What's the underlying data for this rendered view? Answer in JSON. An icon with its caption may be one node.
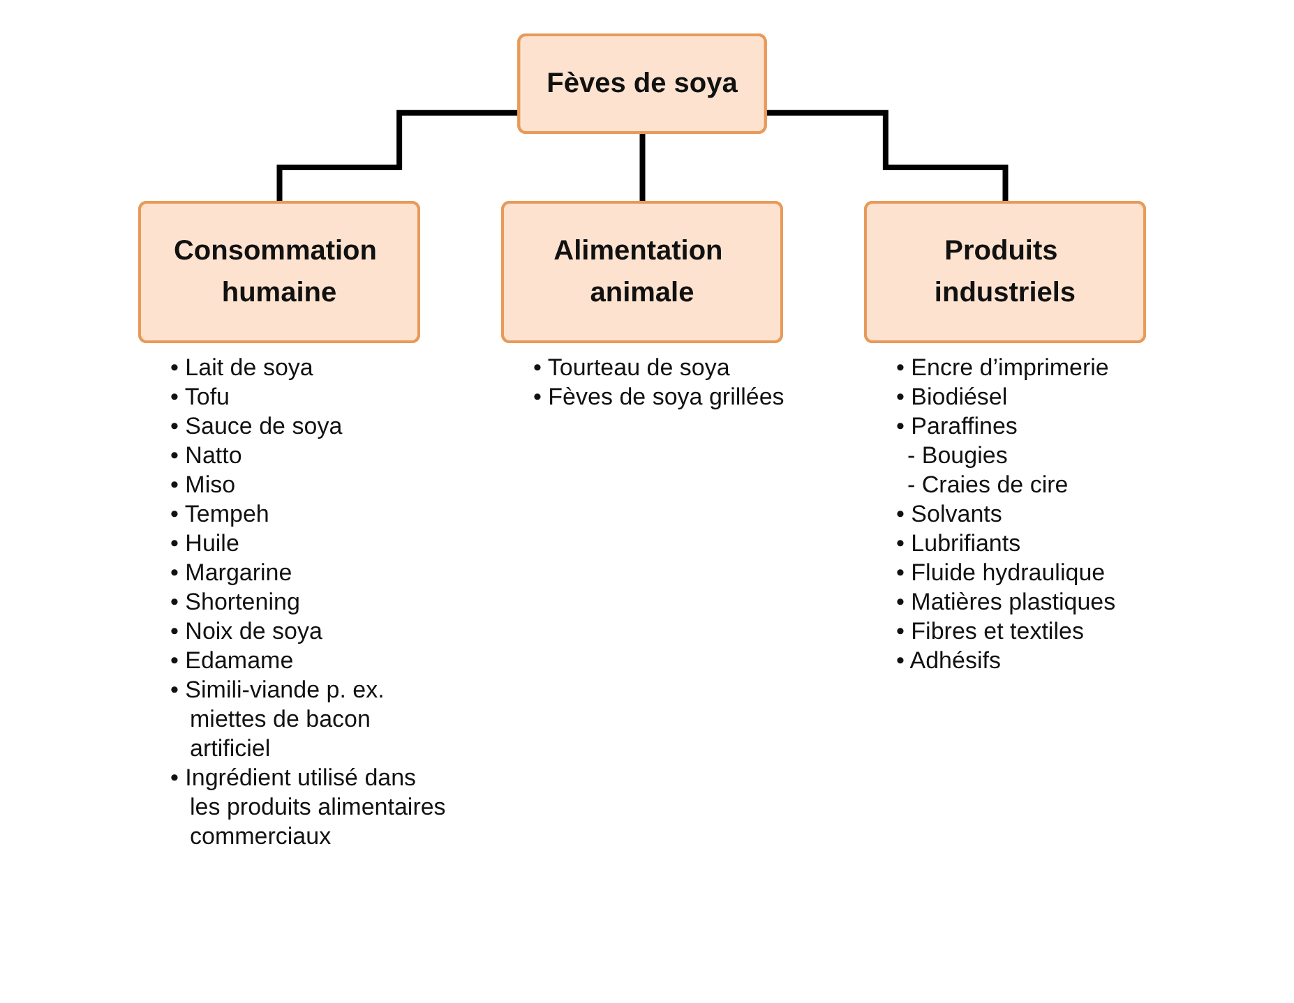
{
  "diagram": {
    "nodes": [
      {
        "text": [
          "Fèves de soya"
        ]
      },
      {
        "text": [
          "Consommation humaine"
        ],
        "beside": [
          "• Lait de soya",
          "• Tofu",
          "• Sauce de soya",
          "• Natto",
          "• Miso",
          "• Tempeh",
          "• Huile",
          "• Margarine",
          "• Shortening",
          "• Noix de soya",
          "• Edamame",
          "• Simili-viande p. ex. miettes de bacon artificiel",
          "• Ingrédient utilisé dans les produits alimentaires commerciaux"
        ]
      },
      {
        "text": [
          "Alimentation animale"
        ],
        "beside": [
          "• Tourteau de soya",
          "• Fèves de soya grillées"
        ]
      },
      {
        "text": [
          "Produits industriels"
        ],
        "beside": [
          "• Encre d’imprimerie",
          "• Biodiésel",
          "• Paraffines",
          "- Bougies",
          "- Craies de cire",
          "• Solvants",
          "• Lubrifiants",
          "• Fluide hydraulique",
          "• Matières plastiques",
          "• Fibres et textiles",
          "• Adhésifs"
        ]
      }
    ],
    "edges": [
      {
        "from": 0,
        "to": 1,
        "arrow": "none"
      },
      {
        "from": 0,
        "to": 2,
        "arrow": "none"
      },
      {
        "from": 0,
        "to": 3,
        "arrow": "none"
      }
    ]
  }
}
